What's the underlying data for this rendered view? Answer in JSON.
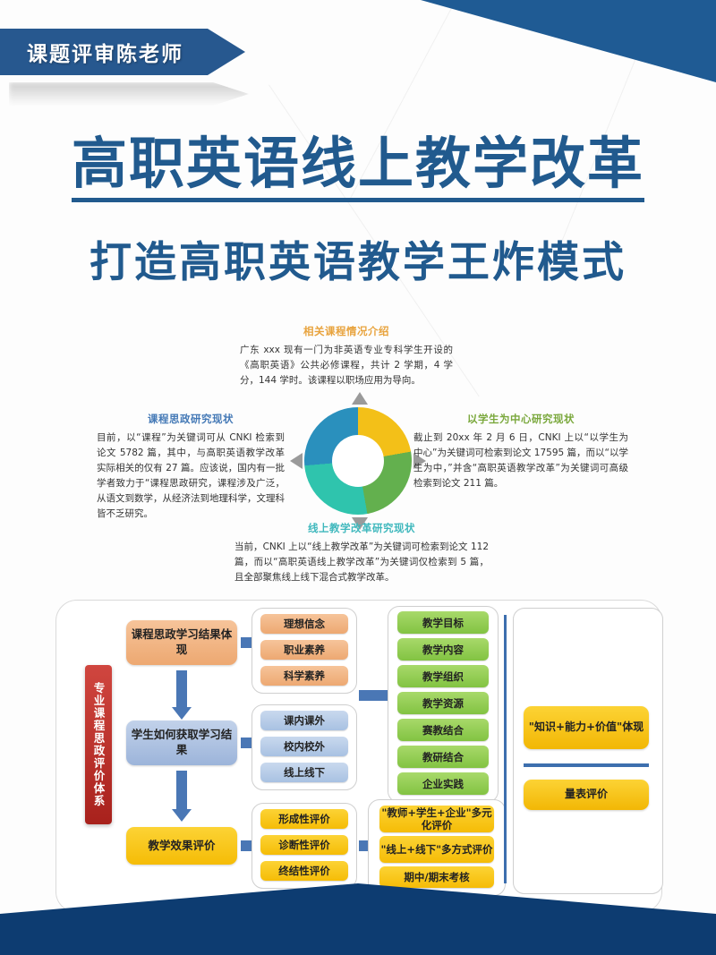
{
  "banner": {
    "label": "课题评审陈老师"
  },
  "headline": {
    "title": "高职英语线上教学改革",
    "subtitle": "打造高职英语教学王炸模式"
  },
  "research": {
    "top": {
      "heading": "相关课程情况介绍",
      "body": "广东 xxx 现有一门为非英语专业专科学生开设的《高职英语》公共必修课程，共计 2 学期，4 学分，144 学时。该课程以职场应用为导向。",
      "color": "#e8a33d"
    },
    "left": {
      "heading": "课程思政研究现状",
      "body": "目前，以“课程”为关键词可从 CNKI 检索到论文 5782 篇，其中，与高职英语教学改革实际相关的仅有 27 篇。应该说，国内有一批学者致力于“课程思政研究，课程涉及广泛，从语文到数学，从经济法到地理科学，文理科皆不乏研究。",
      "color": "#4479b6"
    },
    "right": {
      "heading": "以学生为中心研究现状",
      "body": "截止到 20xx 年 2 月 6 日，CNKI 上以“以学生为中心”为关键词可检索到论文 17595 篇，而以“以学生为中，”并含“高职英语教学改革”为关键词可高级检索到论文 211 篇。",
      "color": "#7aa83c"
    },
    "bottom": {
      "heading": "线上教学改革研究现状",
      "body": "当前，CNKI 上以“线上教学改革”为关键词可检索到论文 112 篇，而以“高职英语线上教学改革”为关键词仅检索到 5 篇，且全部聚焦线上线下混合式教学改革。",
      "color": "#3fb8bd"
    }
  },
  "donut": {
    "segments": [
      {
        "name": "相关课程情况介绍",
        "color": "#f3c018"
      },
      {
        "name": "以学生为中心研究现状",
        "color": "#63b04e"
      },
      {
        "name": "线上教学改革研究现状",
        "color": "#2fc4ad"
      },
      {
        "name": "课程思政研究现状",
        "color": "#2a90bd"
      }
    ]
  },
  "flowchart": {
    "vertical_banner": "专业课程思政评价体系",
    "main_nodes": [
      {
        "label": "课程思政学习结果体现",
        "color": "#eda871"
      },
      {
        "label": "学生如何获取学习结果",
        "color": "#9cb4da"
      },
      {
        "label": "教学效果评价",
        "color": "#f5bc06"
      }
    ],
    "group_outcome": [
      "理想信念",
      "职业素养",
      "科学素养"
    ],
    "group_channel": [
      "课内课外",
      "校内校外",
      "线上线下"
    ],
    "group_evaluation": [
      "形成性评价",
      "诊断性评价",
      "终结性评价"
    ],
    "group_teaching": [
      "教学目标",
      "教学内容",
      "教学组织",
      "教学资源",
      "赛教结合",
      "教研结合",
      "企业实践"
    ],
    "group_multi": [
      "\"教师+学生+企业\"多元化评价",
      "\"线上+线下\"多方式评价",
      "期中/期末考核"
    ],
    "group_result": [
      "\"知识+能力+价值\"体现",
      "量表评价"
    ]
  }
}
